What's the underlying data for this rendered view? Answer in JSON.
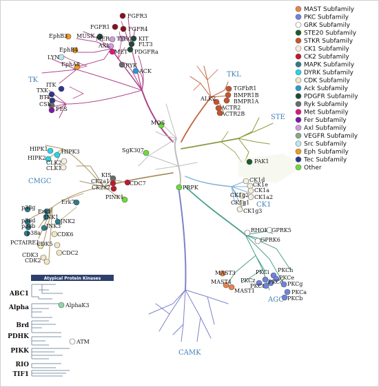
{
  "groups": [
    {
      "name": "TK",
      "color": "#b0468c"
    },
    {
      "name": "TKL",
      "color": "#c0603a"
    },
    {
      "name": "STE",
      "color": "#8a9a3c"
    },
    {
      "name": "CK1",
      "color": "#7fb0d8"
    },
    {
      "name": "AGC",
      "color": "#4aa08a"
    },
    {
      "name": "CAMK",
      "color": "#7c82c8"
    },
    {
      "name": "CMGC",
      "color": "#a89060"
    }
  ],
  "legend": [
    {
      "label": "MAST Subfamily",
      "color": "#e8844c"
    },
    {
      "label": "PKC Subfamily",
      "color": "#6f82e0"
    },
    {
      "label": "GRK Subfamily",
      "color": "#ffffff"
    },
    {
      "label": "STE20 Subfamily",
      "color": "#1f5a2a"
    },
    {
      "label": "STKR Subfamily",
      "color": "#c8542a"
    },
    {
      "label": "CK1 Subfamily",
      "color": "#f6efdd"
    },
    {
      "label": "CK2 Subfamily",
      "color": "#c0182e"
    },
    {
      "label": "MAPK Subfamily",
      "color": "#2e7a8a"
    },
    {
      "label": "DYRK Subfamily",
      "color": "#22d6e8"
    },
    {
      "label": "CDK Subfamily",
      "color": "#f3e6c4"
    },
    {
      "label": "Ack Subfamily",
      "color": "#2a9ad0"
    },
    {
      "label": "PDGFR Subfamily",
      "color": "#1f4a3a"
    },
    {
      "label": "Ryk Subfamily",
      "color": "#6a6a6a"
    },
    {
      "label": "Met Subfamily",
      "color": "#e0147a"
    },
    {
      "label": "Fer Subfamily",
      "color": "#7a1aa0"
    },
    {
      "label": "Axl Subfamily",
      "color": "#d49ae0"
    },
    {
      "label": "VEGFR Subfamily",
      "color": "#8aa88a"
    },
    {
      "label": "Src Subfamily",
      "color": "#bde7ec"
    },
    {
      "label": "Eph Subfamily",
      "color": "#ef9a1e"
    },
    {
      "label": "Tec Subfamily",
      "color": "#2a3a8a"
    },
    {
      "label": "Other",
      "color": "#6adc3a"
    }
  ],
  "kinases": [
    {
      "label": "FGFR3",
      "color": "#8a1020"
    },
    {
      "label": "FGFR1",
      "color": "#8a1020"
    },
    {
      "label": "FGFR4",
      "color": "#8a1020"
    },
    {
      "label": "MUSK",
      "color": "#1f4a3a"
    },
    {
      "label": "EphB3",
      "color": "#ef9a1e"
    },
    {
      "label": "MER",
      "color": "#d49ae0"
    },
    {
      "label": "TYRO3",
      "color": "#d49ae0"
    },
    {
      "label": "KIT",
      "color": "#1f4a3a"
    },
    {
      "label": "AXL",
      "color": "#d49ae0"
    },
    {
      "label": "FLT3",
      "color": "#1f4a3a"
    },
    {
      "label": "MET",
      "color": "#e0147a"
    },
    {
      "label": "PDGFRa",
      "color": "#1f4a3a"
    },
    {
      "label": "EphB4",
      "color": "#ef9a1e"
    },
    {
      "label": "LYN",
      "color": "#bde7ec"
    },
    {
      "label": "EphA8",
      "color": "#ef9a1e"
    },
    {
      "label": "RYK",
      "color": "#6a6a6a"
    },
    {
      "label": "ACK",
      "color": "#2a9ad0"
    },
    {
      "label": "ITK",
      "color": "#2a3a8a"
    },
    {
      "label": "TXK",
      "color": "#2a3a8a"
    },
    {
      "label": "BTK",
      "color": "#2a3a8a"
    },
    {
      "label": "CSK",
      "color": "#6a6a6a"
    },
    {
      "label": "FES",
      "color": "#7a1aa0"
    },
    {
      "label": "TGFbR1",
      "color": "#c8542a"
    },
    {
      "label": "BMPR1B",
      "color": "#c8542a"
    },
    {
      "label": "BMPR1A",
      "color": "#c8542a"
    },
    {
      "label": "ALK2",
      "color": "#c8542a"
    },
    {
      "label": "ACTR2",
      "color": "#c8542a"
    },
    {
      "label": "ACTR2B",
      "color": "#c8542a"
    },
    {
      "label": "MOS",
      "color": "#6adc3a"
    },
    {
      "label": "SgK307",
      "color": "#6adc3a"
    },
    {
      "label": "PAK1",
      "color": "#1f5a2a"
    },
    {
      "label": "HIPK1",
      "color": "#22d6e8"
    },
    {
      "label": "HIPK3",
      "color": "#22d6e8"
    },
    {
      "label": "HIPK2",
      "color": "#22d6e8"
    },
    {
      "label": "CLK2",
      "color": "#f6efdd"
    },
    {
      "label": "CLK1",
      "color": "#f6efdd"
    },
    {
      "label": "KIS",
      "color": "#6a6a6a"
    },
    {
      "label": "CK2a1",
      "color": "#c0182e"
    },
    {
      "label": "CK2a2",
      "color": "#c0182e"
    },
    {
      "label": "CDC7",
      "color": "#c0182e"
    },
    {
      "label": "PRPK",
      "color": "#6adc3a"
    },
    {
      "label": "CK1d",
      "color": "#f6efdd"
    },
    {
      "label": "CK1e",
      "color": "#f6efdd"
    },
    {
      "label": "CK1a",
      "color": "#f6efdd"
    },
    {
      "label": "CK1a2",
      "color": "#f6efdd"
    },
    {
      "label": "CK1g2",
      "color": "#f6efdd"
    },
    {
      "label": "CK1g1",
      "color": "#f6efdd"
    },
    {
      "label": "CK1g3",
      "color": "#f6efdd"
    },
    {
      "label": "PINK1",
      "color": "#6adc3a"
    },
    {
      "label": "Erk7",
      "color": "#2e7a8a"
    },
    {
      "label": "p38g",
      "color": "#2e7a8a"
    },
    {
      "label": "Erk1",
      "color": "#2e7a8a"
    },
    {
      "label": "JNK1",
      "color": "#2e7a8a"
    },
    {
      "label": "p38d",
      "color": "#2e7a8a"
    },
    {
      "label": "JNK2",
      "color": "#2e7a8a"
    },
    {
      "label": "p38b",
      "color": "#2e7a8a"
    },
    {
      "label": "JNK3",
      "color": "#2e7a8a"
    },
    {
      "label": "p38a",
      "color": "#2e7a8a"
    },
    {
      "label": "CDK6",
      "color": "#f3e6c4"
    },
    {
      "label": "PCTAIRE1",
      "color": "#f3e6c4"
    },
    {
      "label": "CDK5",
      "color": "#f3e6c4"
    },
    {
      "label": "CDC2",
      "color": "#f3e6c4"
    },
    {
      "label": "CDK3",
      "color": "#f3e6c4"
    },
    {
      "label": "CDK2",
      "color": "#f3e6c4"
    },
    {
      "label": "RHOK",
      "color": "#ffffff"
    },
    {
      "label": "GPRK5",
      "color": "#ffffff"
    },
    {
      "label": "GPRK6",
      "color": "#ffffff"
    },
    {
      "label": "MAST3",
      "color": "#e8844c"
    },
    {
      "label": "MAST4",
      "color": "#e8844c"
    },
    {
      "label": "MAST1",
      "color": "#e8844c"
    },
    {
      "label": "PKCh",
      "color": "#6f82e0"
    },
    {
      "label": "PKCi",
      "color": "#6f82e0"
    },
    {
      "label": "PKCe",
      "color": "#6f82e0"
    },
    {
      "label": "PKCz",
      "color": "#6f82e0"
    },
    {
      "label": "PKCt",
      "color": "#6f82e0"
    },
    {
      "label": "PKCd",
      "color": "#6f82e0"
    },
    {
      "label": "PKCg",
      "color": "#6f82e0"
    },
    {
      "label": "PKCa",
      "color": "#6f82e0"
    },
    {
      "label": "PKCb",
      "color": "#6f82e0"
    }
  ],
  "atypical": {
    "title": "Atypical Protein Kinases",
    "families": [
      "ABC1",
      "Alpha",
      "Brd",
      "PDHK",
      "PIKK",
      "RIO",
      "TIF1"
    ],
    "leaves": [
      {
        "label": "AlphaK3",
        "color": "#8fd8a8"
      },
      {
        "label": "ATM",
        "color": "#ffffff"
      }
    ]
  }
}
